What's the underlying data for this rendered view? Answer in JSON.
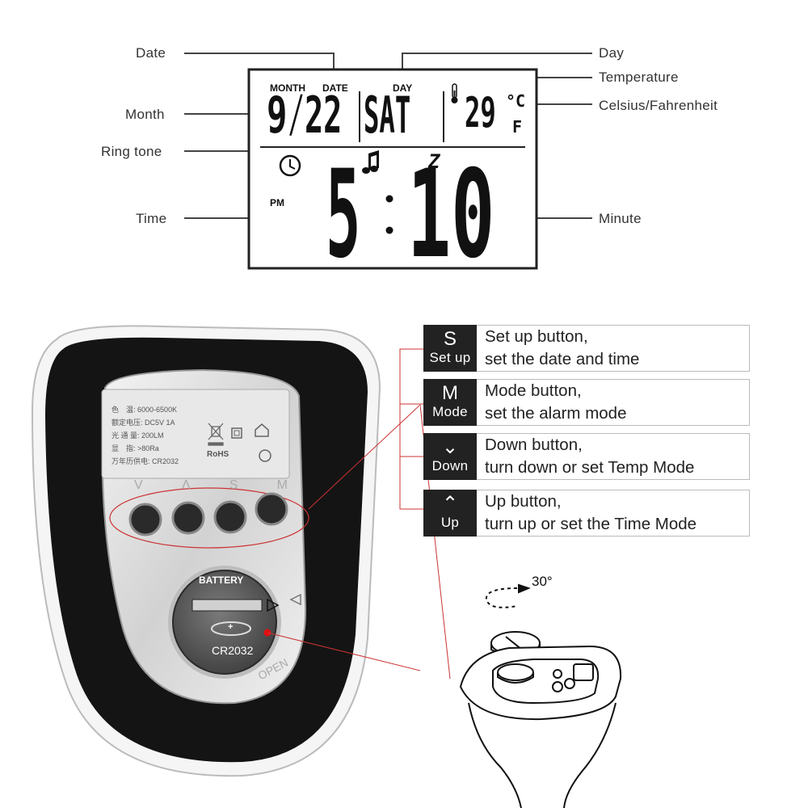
{
  "callouts": {
    "date": "Date",
    "month": "Month",
    "ring_tone": "Ring tone",
    "time": "Time",
    "day": "Day",
    "temperature": "Temperature",
    "celsius_fahrenheit": "Celsius/Fahrenheit",
    "minute": "Minute"
  },
  "lcd": {
    "label_month": "MONTH",
    "label_date": "DATE",
    "label_day": "DAY",
    "month": "9",
    "date": "22",
    "day": "SAT",
    "temperature": "29",
    "unit_c": "°C",
    "unit_f": "F",
    "pm": "PM",
    "hour": "5",
    "minutes": "10",
    "snooze": "Z"
  },
  "device": {
    "specs": [
      {
        "cn": "色　温:",
        "val": "6000-6500K"
      },
      {
        "cn": "额定电压:",
        "val": "DC5V 1A"
      },
      {
        "cn": "光 通 量:",
        "val": "200LM"
      },
      {
        "cn": "显　指:",
        "val": ">80Ra"
      },
      {
        "cn": "万年历供电:",
        "val": "CR2032"
      }
    ],
    "rohs": "RoHS",
    "button_letters": [
      "V",
      "Λ",
      "S",
      "M"
    ],
    "battery_label": "BATTERY",
    "battery_plus": "+",
    "battery_model": "CR2032",
    "open_label": "OPEN"
  },
  "rotation_label": "30°",
  "buttons": [
    {
      "key": "S",
      "key_label": "Set up",
      "line1": "Set up button,",
      "line2": "set the date and time"
    },
    {
      "key": "M",
      "key_label": "Mode",
      "line1": "Mode button,",
      "line2": "set the alarm mode"
    },
    {
      "key": "⌄",
      "key_label": "Down",
      "line1": "Down button,",
      "line2": "turn down or set Temp Mode"
    },
    {
      "key": "⌃",
      "key_label": "Up",
      "line1": "Up button,",
      "line2": "turn up or set the Time Mode"
    }
  ]
}
